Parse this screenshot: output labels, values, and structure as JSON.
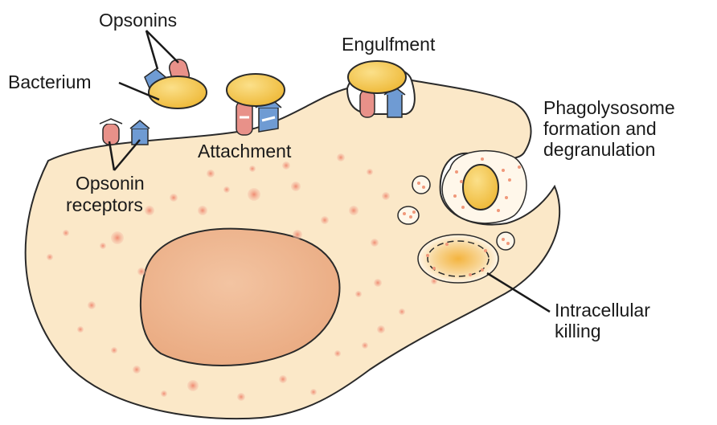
{
  "labels": {
    "opsonins": "Opsonins",
    "bacterium": "Bacterium",
    "engulfment": "Engulfment",
    "attachment": "Attachment",
    "opsonin_receptors_line1": "Opsonin",
    "opsonin_receptors_line2": "receptors",
    "phagolysosome_line1": "Phagolysosome",
    "phagolysosome_line2": "formation and",
    "phagolysosome_line3": "degranulation",
    "killing_line1": "Intracellular",
    "killing_line2": "killing"
  },
  "colors": {
    "cell_fill": "#fbe8c8",
    "cell_stroke": "#2a2a2a",
    "nucleus_fill": "#efb790",
    "bacterium_fill": "#f3c64f",
    "opsonin_red": "#e89189",
    "receptor_blue": "#6f9bd3",
    "granule": "#f0987a"
  }
}
